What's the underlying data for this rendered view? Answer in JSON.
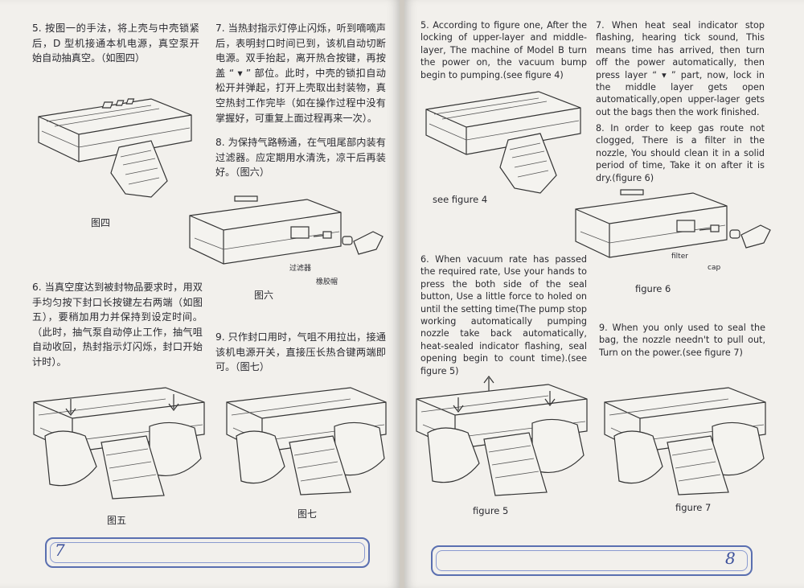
{
  "left_page": {
    "step5_zh": "5. 按图一的手法，将上壳与中壳锁紧后，D 型机接通本机电源，真空泵开始自动抽真空。（如图四）",
    "step7_zh": "7. 当热封指示灯停止闪烁，听到嘀嘀声后，表明封口时间已到，该机自动切断电源。双手抬起，离开热合按键，再按盖 “ ▾ ” 部位。此时，中壳的锁扣自动松开并弹起，打开上壳取出封装物，真空热封工作完毕（如在操作过程中没有掌握好，可重复上面过程再来一次）。",
    "step8_zh": "8. 为保持气路畅通，在气咀尾部内装有过滤器。应定期用水清洗，凉干后再装好。（图六）",
    "step6_zh": "6. 当真空度达到被封物品要求时，用双手均匀按下封口长按键左右两端（如图五），要稍加用力并保持到设定时间。（此时，抽气泵自动停止工作，抽气咀自动收回，热封指示灯闪烁，封口开始计时）。",
    "step9_zh": "9. 只作封口用时，气咀不用拉出，接通该机电源开关，直接压长热合键两端即可。（图七）",
    "fig4_caption": "图四",
    "fig6_caption": "图六",
    "fig6_label_filter": "过滤器",
    "fig6_label_cap": "橡胶帽",
    "fig5_caption": "图五",
    "fig7_caption": "图七",
    "page_number": "7"
  },
  "right_page": {
    "step5_en": "5. According to figure one, After the locking of upper-layer and middle-layer, The machine of Model B turn the power on, the vacuum bump begin to pumping.(see figure 4)",
    "step7_en": "7. When heat seal indicator stop flashing, hearing tick sound, This means time has arrived, then turn off the power automatically, then press layer “ ▾ ” part, now, lock in the middle layer gets open automatically,open upper-lager gets out the bags then the work finished.",
    "step8_en": "8. In order to keep gas route not clogged, There is a filter in the nozzle, You should clean it in a solid period of time, Take it on after it is dry.(figure 6)",
    "fig4_caption": "see figure 4",
    "step6_en": "6. When vacuum rate has passed the required rate, Use your hands to press the both side of the seal button, Use a little force to holed on until the setting time(The pump stop working automatically pumping nozzle take back automatically, heat-sealed indicator flashing, seal opening begin to count time).(see figure 5)",
    "fig6_label_filter": "filter",
    "fig6_label_cap": "cap",
    "fig6_caption": "figure   6",
    "step9_en": "9. When you only used to seal the bag, the nozzle needn't to pull out, Turn on the power.(see figure 7)",
    "fig5_caption": "figure   5",
    "fig7_caption": "figure   7",
    "page_number": "8"
  }
}
